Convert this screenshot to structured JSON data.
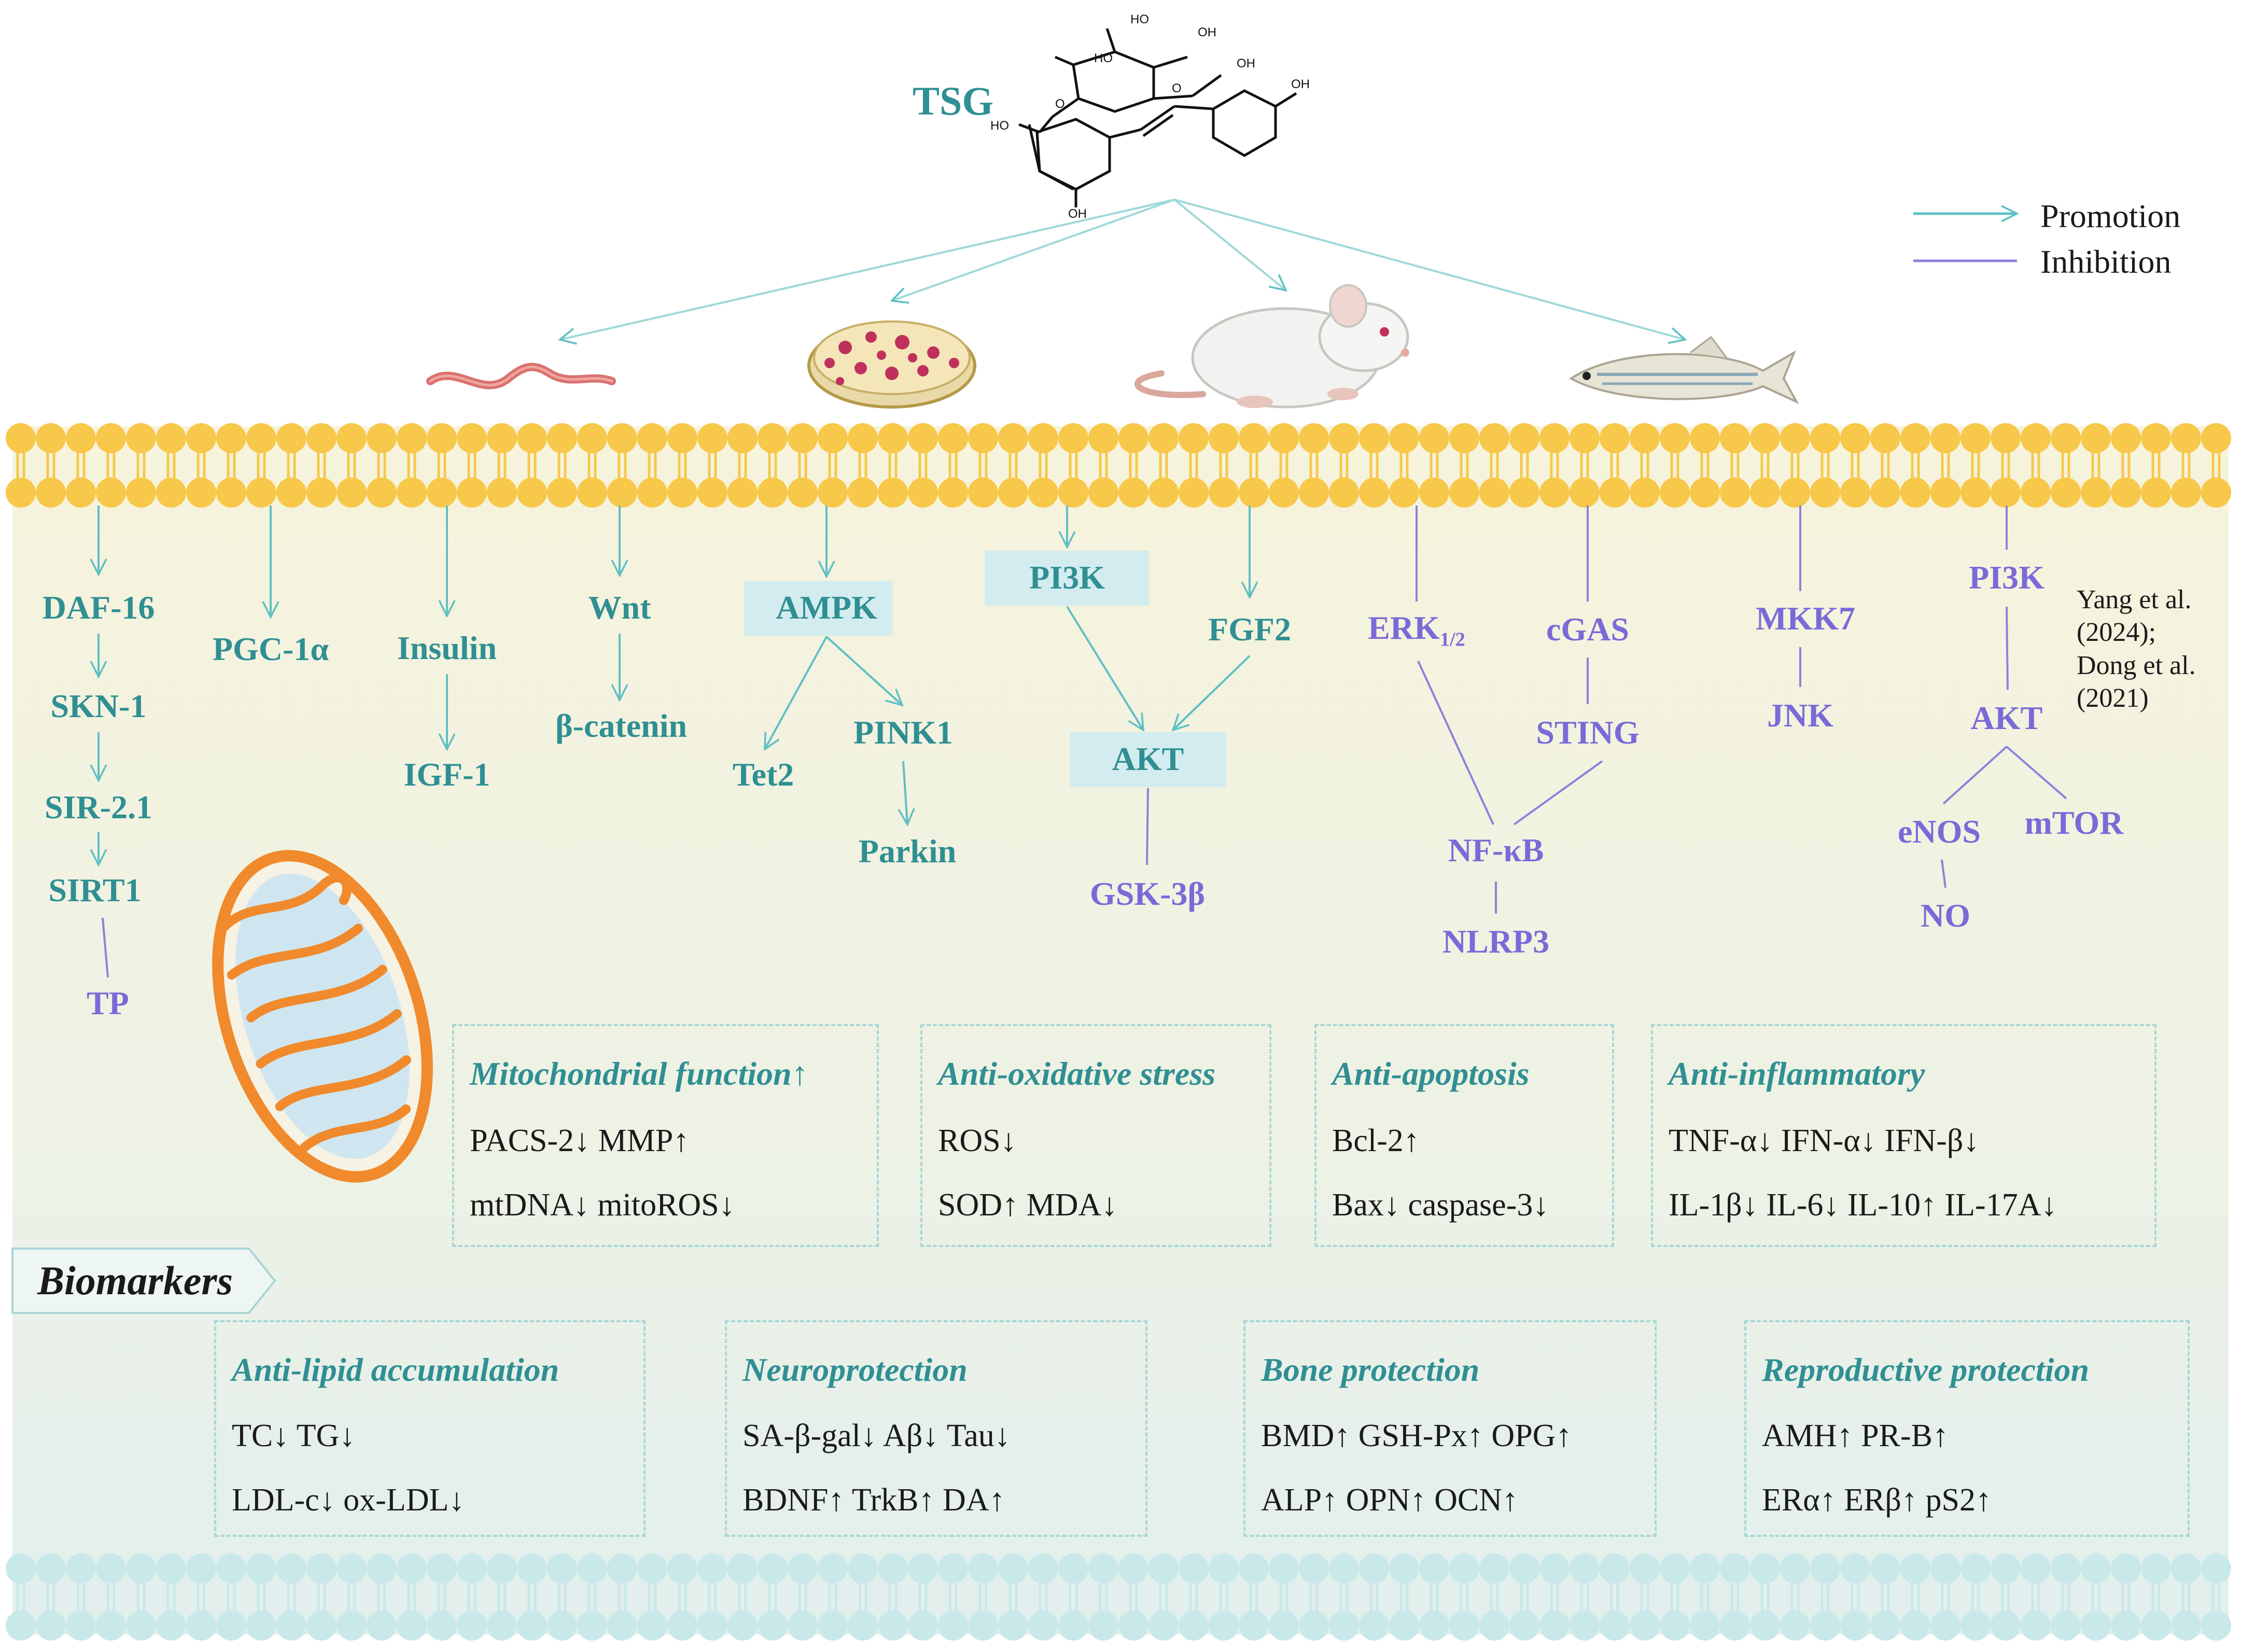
{
  "title": "TSG",
  "legend": {
    "promotion": "Promotion",
    "inhibition": "Inhibition"
  },
  "reference": "Yang et al. (2024); Dong et al. (2021)",
  "colors": {
    "promotion": "#5fc0c3",
    "inhibition": "#8b82dd",
    "teal_text": "#2f8f93",
    "purple_text": "#7a6ad8",
    "membrane": "#f7c849"
  },
  "organisms": [
    "worm-icon",
    "petri-dish-icon",
    "mouse-icon",
    "zebrafish-icon"
  ],
  "pathway": {
    "daf16": "DAF-16",
    "skn1": "SKN-1",
    "sir21": "SIR-2.1",
    "sirt1": "SIRT1",
    "tp": "TP",
    "pgc1a": "PGC-1α",
    "insulin": "Insulin",
    "igf1": "IGF-1",
    "wnt": "Wnt",
    "bcatenin": "β-catenin",
    "ampk": "AMPK",
    "tet2": "Tet2",
    "pink1": "PINK1",
    "parkin": "Parkin",
    "pi3k_left": "PI3K",
    "fgf2": "FGF2",
    "akt_left": "AKT",
    "gsk3b": "GSK-3β",
    "erk": "ERK",
    "erk_sub": "1/2",
    "cgas": "cGAS",
    "sting": "STING",
    "nfkb": "NF-κB",
    "nlrp3": "NLRP3",
    "mkk7": "MKK7",
    "jnk": "JNK",
    "pi3k_right": "PI3K",
    "akt_right": "AKT",
    "enos": "eNOS",
    "mtor": "mTOR",
    "no": "NO"
  },
  "biomarkers_label": "Biomarkers",
  "effect_boxes": [
    {
      "title": "Mitochondrial function↑",
      "lines": [
        "PACS-2↓  MMP↑",
        "mtDNA↓  mitoROS↓"
      ]
    },
    {
      "title": "Anti-oxidative stress",
      "lines": [
        "ROS↓",
        "SOD↑  MDA↓"
      ]
    },
    {
      "title": "Anti-apoptosis",
      "lines": [
        "Bcl-2↑",
        "Bax↓  caspase-3↓"
      ]
    },
    {
      "title": "Anti-inflammatory",
      "lines": [
        "TNF-α↓  IFN-α↓  IFN-β↓",
        "IL-1β↓  IL-6↓  IL-10↑  IL-17A↓"
      ]
    },
    {
      "title": "Anti-lipid accumulation",
      "lines": [
        "TC↓  TG↓",
        "LDL-c↓  ox-LDL↓"
      ]
    },
    {
      "title": "Neuroprotection",
      "lines": [
        "SA-β-gal↓  Aβ↓  Tau↓",
        "BDNF↑  TrkB↑  DA↑"
      ]
    },
    {
      "title": "Bone protection",
      "lines": [
        "BMD↑  GSH-Px↑  OPG↑",
        "ALP↑  OPN↑  OCN↑"
      ]
    },
    {
      "title": "Reproductive protection",
      "lines": [
        "AMH↑  PR-B↑",
        "ERα↑  ERβ↑  pS2↑"
      ]
    }
  ]
}
